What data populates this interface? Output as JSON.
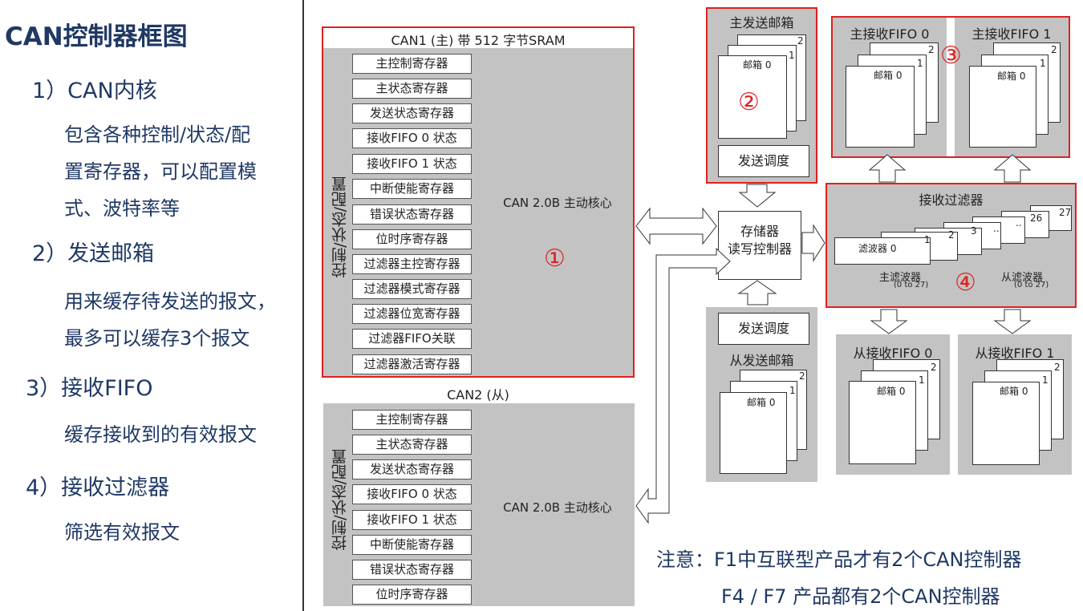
{
  "left_panel": {
    "title": "CAN控制器框图",
    "items": [
      {
        "heading": "1）CAN内核",
        "lines": [
          "包含各种控制/状态/配",
          "置寄存器，可以配置模",
          "式、波特率等"
        ]
      },
      {
        "heading": "2）发送邮箱",
        "lines": [
          "用来缓存待发送的报文，",
          "最多可以缓存3个报文"
        ]
      },
      {
        "heading": "3）接收FIFO",
        "lines": [
          "缓存接收到的有效报文"
        ]
      },
      {
        "heading": "4）接收过滤器",
        "lines": [
          "筛选有效报文"
        ]
      }
    ]
  },
  "can1": {
    "title": "CAN1 (主) 带 512 字节SRAM",
    "side_label": "控制/状态/配置",
    "core_label": "CAN 2.0B 主动核心",
    "marker": "①",
    "registers": [
      "主控制寄存器",
      "主状态寄存器",
      "发送状态寄存器",
      "接收FIFO 0 状态",
      "接收FIFO 1 状态",
      "中断使能寄存器",
      "错误状态寄存器",
      "位时序寄存器",
      "过滤器主控寄存器",
      "过滤器模式寄存器",
      "过滤器位宽寄存器",
      "过滤器FIFO关联",
      "过滤器激活寄存器"
    ]
  },
  "can2": {
    "title": "CAN2 (从)",
    "side_label": "控制/状态/配置",
    "core_label": "CAN 2.0B 主动核心",
    "registers": [
      "主控制寄存器",
      "主状态寄存器",
      "发送状态寄存器",
      "接收FIFO 0 状态",
      "接收FIFO 1 状态",
      "中断使能寄存器",
      "错误状态寄存器",
      "位时序寄存器"
    ]
  },
  "master_tx": {
    "title": "主发送邮箱",
    "mailbox": "邮箱 0",
    "n1": "1",
    "n2": "2",
    "marker": "②",
    "schedule": "发送调度"
  },
  "mem_ctrl": {
    "line1": "存储器",
    "line2": "读写控制器"
  },
  "slave_tx": {
    "schedule": "发送调度",
    "title": "从发送邮箱",
    "mailbox": "邮箱 0",
    "n1": "1",
    "n2": "2"
  },
  "master_fifo0": {
    "title": "主接收FIFO 0",
    "mailbox": "邮箱 0",
    "n1": "1",
    "n2": "2"
  },
  "master_fifo1": {
    "title": "主接收FIFO 1",
    "mailbox": "邮箱 0",
    "n1": "1",
    "n2": "2"
  },
  "fifo_marker": "③",
  "filters": {
    "title": "接收过滤器",
    "filter0": "滤波器  0",
    "nums": [
      "1",
      "2",
      "3",
      "..",
      "..",
      "26",
      "27"
    ],
    "master_label": "主滤波器",
    "master_range": "(0 to 27)",
    "slave_label": "从滤波器",
    "slave_range": "(0 to 27)",
    "marker": "④"
  },
  "slave_fifo0": {
    "title": "从接收FIFO 0",
    "mailbox": "邮箱 0",
    "n1": "1",
    "n2": "2"
  },
  "slave_fifo1": {
    "title": "从接收FIFO 1",
    "mailbox": "邮箱 0",
    "n1": "1",
    "n2": "2"
  },
  "notes": {
    "line1": "注意：F1中互联型产品才有2个CAN控制器",
    "line2": "F4 / F7 产品都有2个CAN控制器"
  }
}
